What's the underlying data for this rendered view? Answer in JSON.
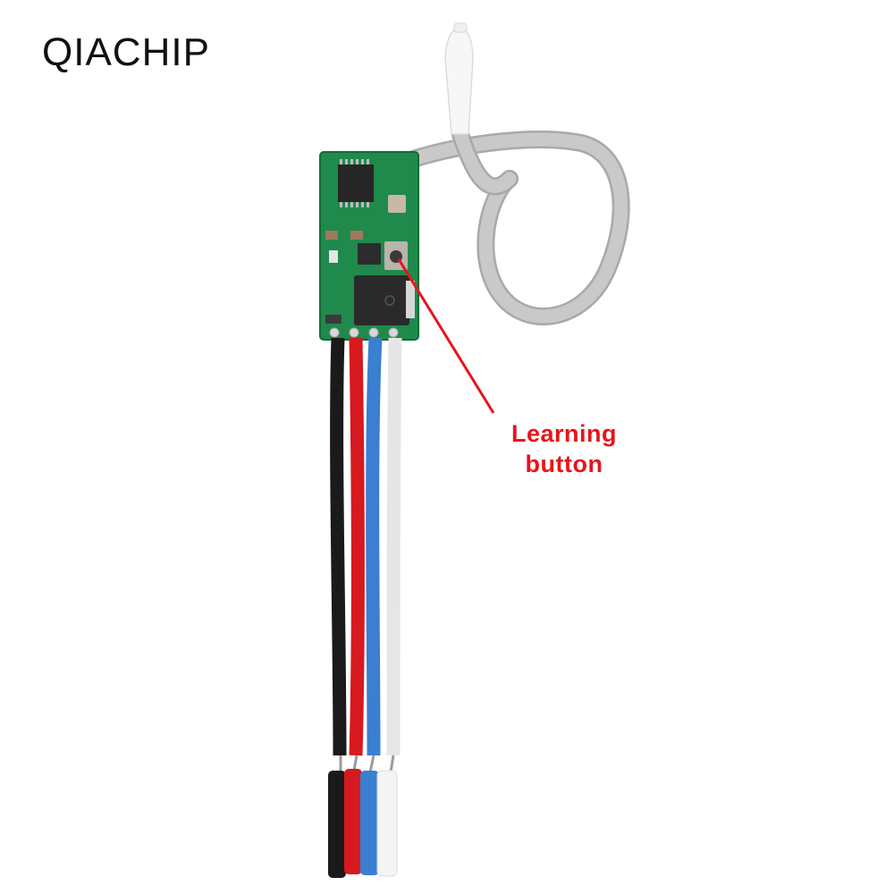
{
  "brand": {
    "name": "QIACHIP"
  },
  "callout": {
    "line1": "Learning",
    "line2": "button",
    "color": "#e8141b"
  },
  "product": {
    "description": "Mini RF receiver module PCB with antenna wire and four lead wires",
    "wire_colors": [
      "#1a1a1a",
      "#d71920",
      "#3a7fd0",
      "#f2f2f2"
    ],
    "pcb_color": "#1f8a4c",
    "antenna_color": "#c4c4c4"
  }
}
